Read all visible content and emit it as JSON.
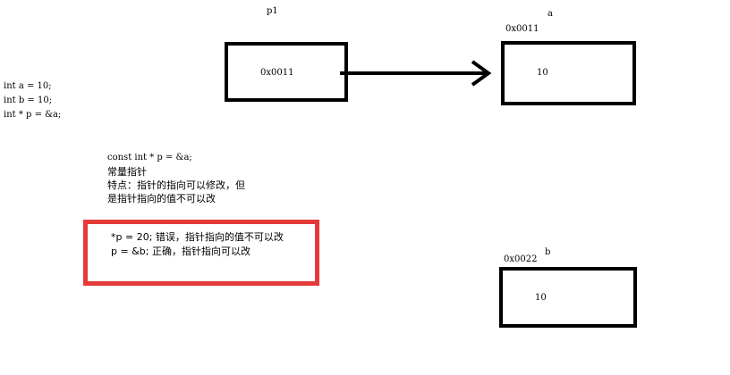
{
  "code": {
    "line1": "int a = 10;",
    "line2": "int b = 10;",
    "line3": "int * p = &a;"
  },
  "p1": {
    "label": "p1",
    "value": "0x0011"
  },
  "a": {
    "label": "a",
    "address": "0x0011",
    "value": "10"
  },
  "b": {
    "label": "b",
    "address": "0x0022",
    "value": "10"
  },
  "note": {
    "code": "const int * p = &a;",
    "title": "常量指针",
    "desc1": "特点：指针的指向可以修改，但",
    "desc2": "是指针指向的值不可以改"
  },
  "highlight": {
    "line1": "*p = 20;  错误，指针指向的值不可以改",
    "line2": "p = &b;   正确，指针指向可以改",
    "border_color": "#e53a3a"
  }
}
